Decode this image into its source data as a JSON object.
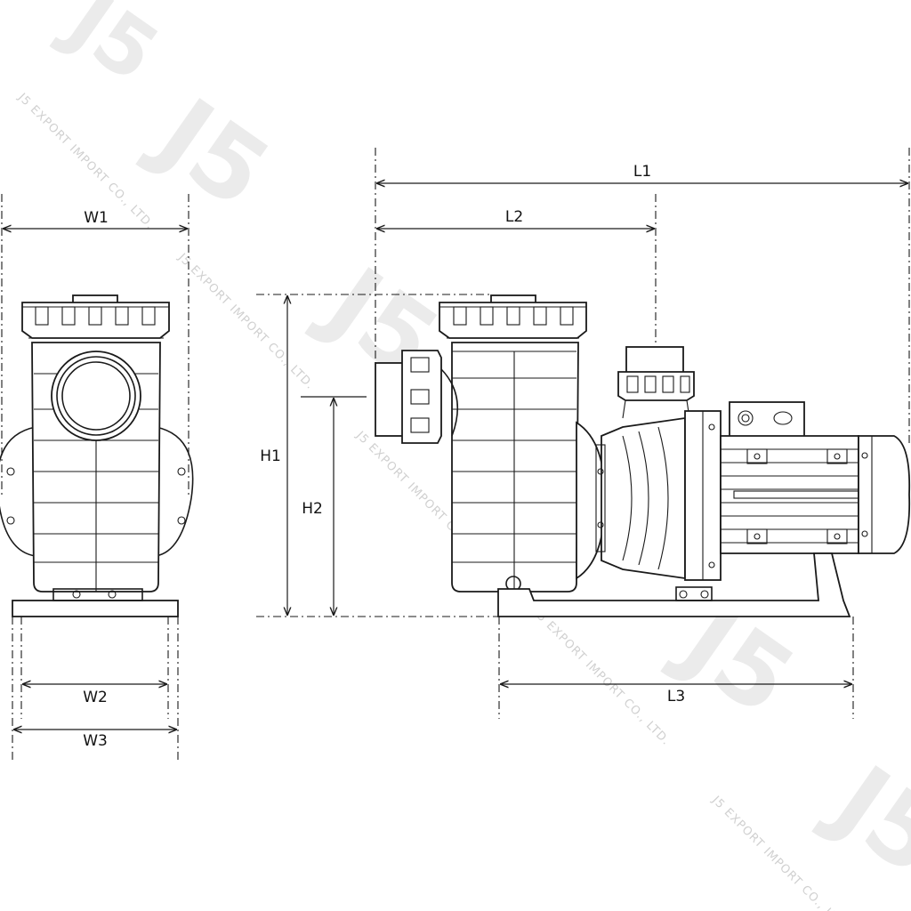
{
  "dimensions": {
    "w1": "W1",
    "w2": "W2",
    "w3": "W3",
    "h1": "H1",
    "h2": "H2",
    "l1": "L1",
    "l2": "L2",
    "l3": "L3"
  },
  "watermark": {
    "logo": "J5",
    "text": "J5 EXPORT IMPORT CO., LTD."
  },
  "colors": {
    "line": "#1a1a1a",
    "background": "#ffffff",
    "watermark": "#dcdcdc"
  }
}
